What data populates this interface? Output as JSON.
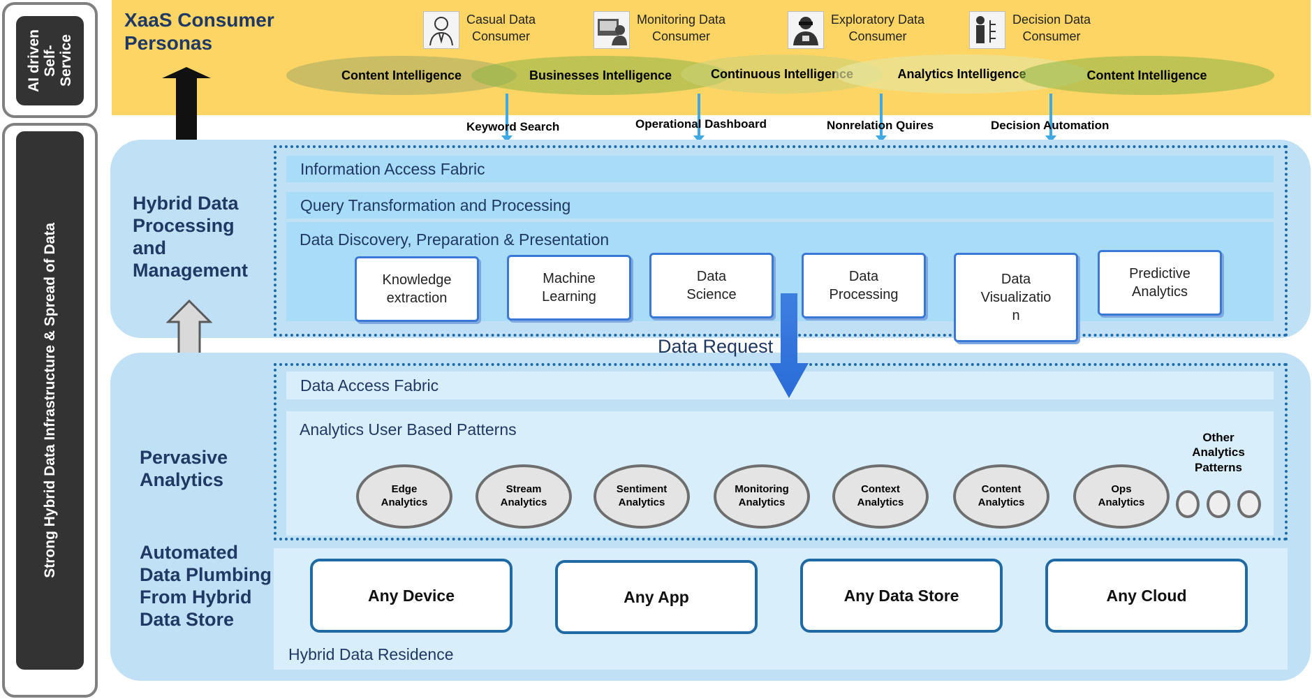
{
  "sidebar": {
    "top_label": "AI driven\nSelf-\nService",
    "bottom_label": "Strong Hybrid Data Infrastructure & Spread of Data"
  },
  "consumer": {
    "title": "XaaS Consumer\nPersonas",
    "personas": [
      {
        "label": "Casual Data\nConsumer",
        "icon": "user-icon"
      },
      {
        "label": "Monitoring Data\nConsumer",
        "icon": "monitor-user-icon"
      },
      {
        "label": "Exploratory Data\nConsumer",
        "icon": "explorer-icon"
      },
      {
        "label": "Decision Data\nConsumer",
        "icon": "decision-icon"
      }
    ],
    "intelligence": [
      "Content  Intelligence",
      "Businesses  Intelligence",
      "Continuous Intelligence",
      "Analytics Intelligence",
      "Content  Intelligence"
    ],
    "queries": [
      "Keyword Search",
      "Operational Dashboard",
      "Nonrelation Quires",
      "Decision Automation"
    ]
  },
  "processing": {
    "title": "Hybrid Data\nProcessing\nand\nManagement",
    "bars": [
      "Information Access Fabric",
      "Query Transformation and Processing",
      "Data Discovery, Preparation & Presentation"
    ],
    "boxes": [
      "Knowledge\nextraction",
      "Machine\nLearning",
      "Data\nScience",
      "Data\nProcessing",
      "Data\nVisualizatio\nn",
      "Predictive\nAnalytics"
    ]
  },
  "data_request": "Data Request",
  "analytics": {
    "title": "Pervasive\nAnalytics",
    "access_fabric": "Data Access Fabric",
    "patterns_title": "Analytics User Based Patterns",
    "patterns": [
      "Edge\nAnalytics",
      "Stream\nAnalytics",
      "Sentiment\nAnalytics",
      "Monitoring\nAnalytics",
      "Context\nAnalytics",
      "Content\nAnalytics",
      "Ops\nAnalytics"
    ],
    "other_label": "Other\nAnalytics\nPatterns"
  },
  "plumbing": {
    "title": "Automated\nData Plumbing\nFrom Hybrid\nData Store",
    "stores": [
      "Any Device",
      "Any App",
      "Any  Data Store",
      "Any Cloud"
    ],
    "residence": "Hybrid Data Residence"
  },
  "colors": {
    "top_band": "#fdd565",
    "panel_blue": "#bfe0f5",
    "bar_blue": "#a8dcf7",
    "dark_navy": "#1f3864",
    "accent_blue": "#3a78d8"
  }
}
